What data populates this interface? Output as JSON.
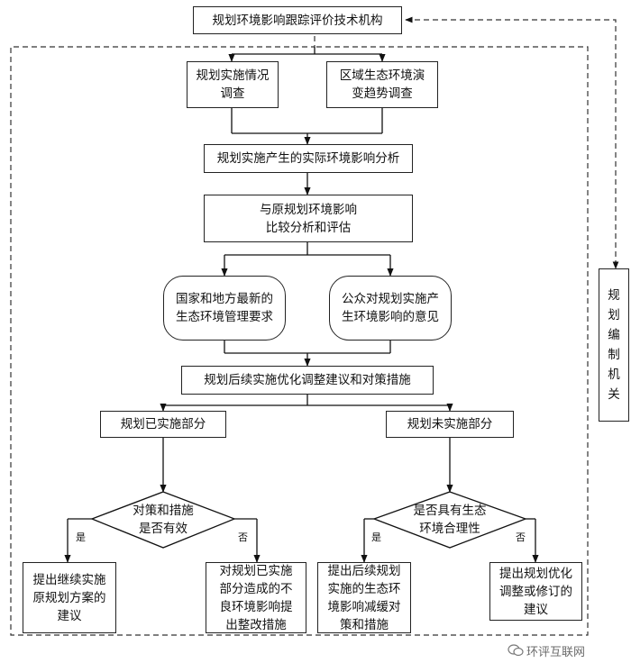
{
  "nodes": {
    "top": "规划环境影响跟踪评价技术机构",
    "survey_impl": "规划实施情况\n调查",
    "survey_eco": "区域生态环境演\n变趋势调查",
    "actual_impact": "规划实施产生的实际环境影响分析",
    "compare": "与原规划环境影响\n比较分析和评估",
    "national_req": "国家和地方最新的\n生态环境管理要求",
    "public_opinion": "公众对规划实施产\n生环境影响的意见",
    "follow_up": "规划后续实施优化调整建议和对策措施",
    "implemented": "规划已实施部分",
    "not_implemented": "规划未实施部分",
    "decision_effective": "对策和措施\n是否有效",
    "decision_reasonable": "是否具有生态\n环境合理性",
    "continue": "提出继续实施\n原规划方案的\n建议",
    "rectify": "对规划已实施\n部分造成的不\n良环境影响提\n出整改措施",
    "mitigate": "提出后续规划\n实施的生态环\n境影响减缓对\n策和措施",
    "optimize": "提出规划优化\n调整或修订的\n建议",
    "authority": "规\n划\n编\n制\n机\n关"
  },
  "labels": {
    "yes": "是",
    "no": "否"
  },
  "watermark": "环评互联网"
}
